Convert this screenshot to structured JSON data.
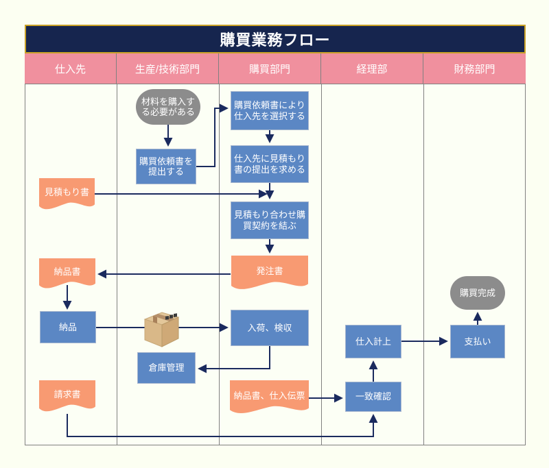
{
  "title": "購買業務フロー",
  "lanes": [
    {
      "label": "仕入先"
    },
    {
      "label": "生産/技術部門"
    },
    {
      "label": "購買部門"
    },
    {
      "label": "経理部"
    },
    {
      "label": "財務部門"
    }
  ],
  "nodes": {
    "need_material": {
      "label": "材料を購入する必要がある",
      "type": "terminator"
    },
    "submit_request": {
      "label": "購買依頼書を提出する",
      "type": "process"
    },
    "select_supplier": {
      "label": "購買依頼書により仕入先を選択する",
      "type": "process"
    },
    "request_quote": {
      "label": "仕入先に見積もり書の提出を求める",
      "type": "process"
    },
    "quotation_doc": {
      "label": "見積もり書",
      "type": "document"
    },
    "make_contract": {
      "label": "見積もり合わせ購買契約を結ぶ",
      "type": "process"
    },
    "purchase_order_doc": {
      "label": "発注書",
      "type": "document"
    },
    "delivery_note_doc": {
      "label": "納品書",
      "type": "document"
    },
    "delivery": {
      "label": "納品",
      "type": "process"
    },
    "receiving": {
      "label": "入荷、検収",
      "type": "process"
    },
    "warehouse": {
      "label": "倉庫管理",
      "type": "process"
    },
    "slip_doc": {
      "label": "納品書、仕入伝票",
      "type": "document"
    },
    "match_check": {
      "label": "一致確認",
      "type": "process"
    },
    "purchase_entry": {
      "label": "仕入計上",
      "type": "process"
    },
    "payment": {
      "label": "支払い",
      "type": "process"
    },
    "purchase_complete": {
      "label": "購買完成",
      "type": "terminator"
    },
    "invoice_doc": {
      "label": "請求書",
      "type": "document"
    }
  },
  "colors": {
    "canvas_bg": "#fcfff2",
    "title_bg": "#16254e",
    "title_border": "#c9a227",
    "lane_header_bg": "#f0909e",
    "lane_border": "#808080",
    "process_fill": "#5b87c4",
    "document_fill": "#f89a72",
    "terminator_fill": "#8c8c8c",
    "arrow": "#1a2a5e"
  }
}
